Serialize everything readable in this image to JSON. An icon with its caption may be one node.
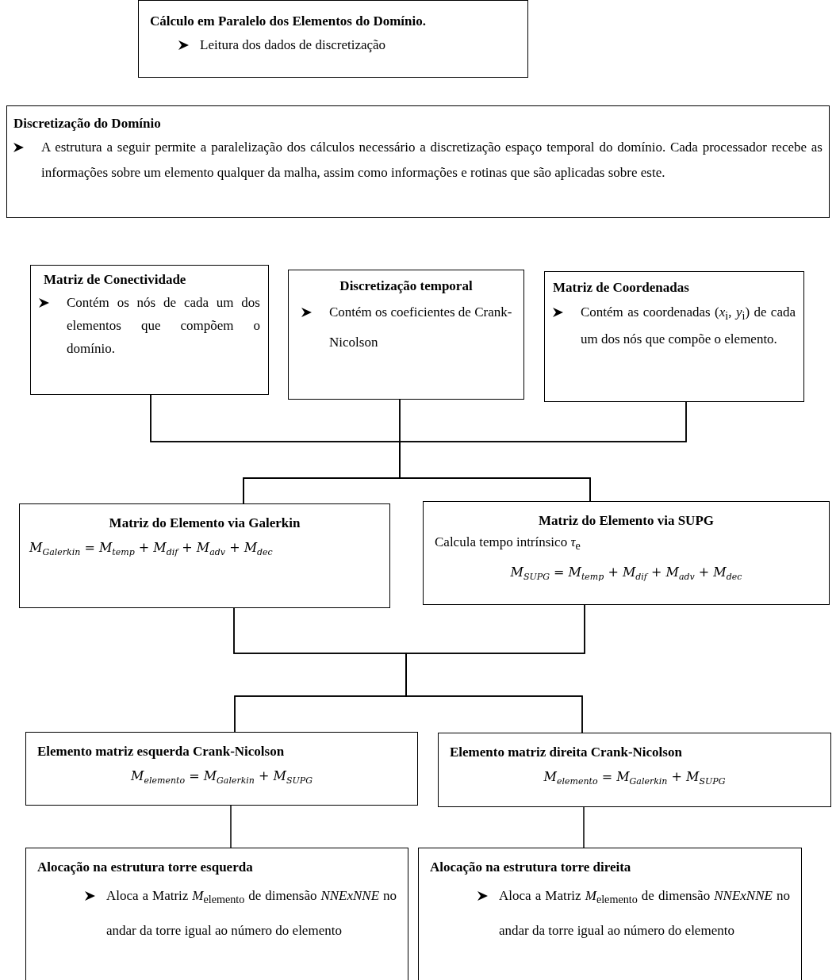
{
  "diagram": {
    "nodes": [
      {
        "text": [
          "Cálculo em Paralelo dos Elementos do Domínio.",
          "Leitura dos dados de discretização"
        ]
      },
      {
        "text": [
          "Discretização do Domínio",
          "A estrutura a seguir permite a paralelização dos cálculos necessário a discretização espaço temporal do domínio. Cada processador recebe as informações sobre um elemento qualquer da malha, assim como informações e rotinas que são aplicadas sobre este."
        ]
      },
      {
        "text": [
          "Matriz de Conectividade",
          "Contém os nós de cada um dos elementos que compõem o domínio."
        ]
      },
      {
        "text": [
          "Discretização temporal",
          "Contém os coeficientes de Crank-Nicolson"
        ]
      },
      {
        "text": [
          "Matriz de Coordenadas",
          "Contém as coordenadas (*x*$_{i}$, *y*$_{i}$) de cada um dos nós que compõe o elemento."
        ]
      },
      {
        "text": [
          "Matriz do Elemento via Galerkin",
          "M$_{Galerkin}$ = M$_{temp}$ + M$_{dif}$ + M$_{adv}$ + M$_{dec}$"
        ]
      },
      {
        "text": [
          "Matriz do Elemento via SUPG",
          "Calcula tempo intrínsico *τ*$_{e}$",
          "M$_{SUPG}$ = M$_{temp}$ + M$_{dif}$ + M$_{adv}$ + M$_{dec}$"
        ]
      },
      {
        "text": [
          "Elemento matriz esquerda Crank-Nicolson",
          "M$_{elemento}$ = M$_{Galerkin}$ + M$_{SUPG}$"
        ]
      },
      {
        "text": [
          "Elemento matriz direita Crank-Nicolson",
          "M$_{elemento}$ = M$_{Galerkin}$ + M$_{SUPG}$"
        ]
      },
      {
        "text": [
          "Alocação na estrutura torre esquerda",
          "Aloca a Matriz *M*$_{elemento}$ de dimensão *NNExNNE* no andar da torre igual ao número do elemento"
        ]
      },
      {
        "text": [
          "Alocação na estrutura torre direita",
          "Aloca a Matriz *M*$_{elemento}$ de dimensão *NNExNNE* no andar da torre igual ao número do elemento"
        ]
      }
    ],
    "edges": [
      {
        "from": 2,
        "to": 5,
        "arrow": "none"
      },
      {
        "from": 2,
        "to": 6,
        "arrow": "none"
      },
      {
        "from": 3,
        "to": 5,
        "arrow": "none"
      },
      {
        "from": 3,
        "to": 6,
        "arrow": "none"
      },
      {
        "from": 4,
        "to": 5,
        "arrow": "none"
      },
      {
        "from": 4,
        "to": 6,
        "arrow": "none"
      },
      {
        "from": 5,
        "to": 7,
        "arrow": "none"
      },
      {
        "from": 5,
        "to": 8,
        "arrow": "none"
      },
      {
        "from": 6,
        "to": 7,
        "arrow": "none"
      },
      {
        "from": 6,
        "to": 8,
        "arrow": "none"
      },
      {
        "from": 7,
        "to": 9,
        "arrow": "none"
      },
      {
        "from": 8,
        "to": 10,
        "arrow": "none"
      }
    ]
  }
}
